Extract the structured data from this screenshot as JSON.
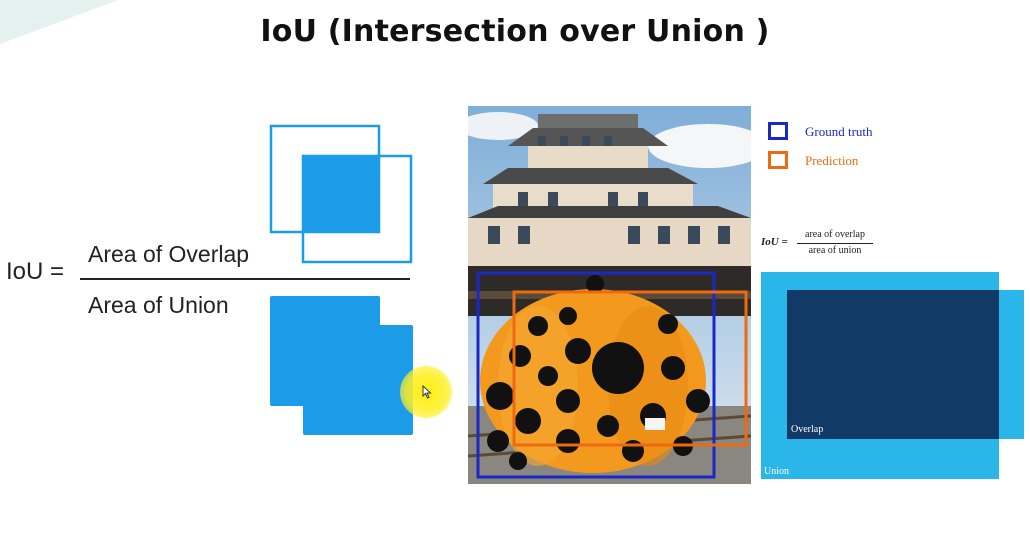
{
  "title": "IoU (Intersection over Union )",
  "formula": {
    "lhs": "IoU =",
    "numerator": "Area of Overlap",
    "denominator": "Area of Union"
  },
  "legend": {
    "ground_truth": "Ground truth",
    "prediction": "Prediction",
    "ground_truth_color": "#1a28c8",
    "prediction_color": "#ee6a10"
  },
  "small_formula": {
    "lhs": "IoU =",
    "numerator": "area of overlap",
    "denominator": "area of union"
  },
  "diagram": {
    "overlap_label": "Overlap",
    "union_label": "Union",
    "union_color": "#2ab6e8",
    "overlap_color": "#123a66",
    "box_color": "#1b9be8"
  }
}
